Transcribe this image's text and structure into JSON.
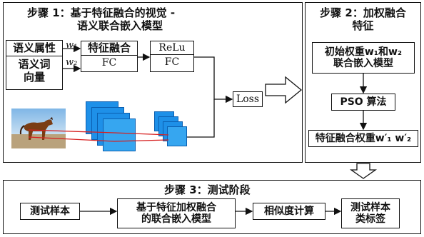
{
  "step1": {
    "title_line1": "步骤 1：基于特征融合的视觉 -",
    "title_line2": "语义联合嵌入模型",
    "semantic_attr": "语义属性",
    "semantic_word_vec_line1": "语义词",
    "semantic_word_vec_line2": "向量",
    "w1": "w₁",
    "w2": "w₂",
    "feature_fusion": "特征融合",
    "fc1": "FC",
    "relu": "ReLu",
    "fc2": "FC",
    "loss": "Loss"
  },
  "step2": {
    "title_line1": "步骤 2：加权融合",
    "title_line2": "特征",
    "init_weights_line1": "初始权重w₁和w₂",
    "init_weights_line2": "联合嵌入模型",
    "pso": "PSO 算法",
    "fusion_weights": "特征融合权重w′₁ w′₂"
  },
  "step3": {
    "title": "步骤 3：测试阶段",
    "test_sample": "测试样本",
    "model_line1": "基于特征加权融合",
    "model_line2": "的联合嵌入模型",
    "similarity": "相似度计算",
    "label_line1": "测试样本",
    "label_line2": "类标签"
  },
  "colors": {
    "cnn_blue": "#1e90e8",
    "line_red": "#d62020"
  }
}
